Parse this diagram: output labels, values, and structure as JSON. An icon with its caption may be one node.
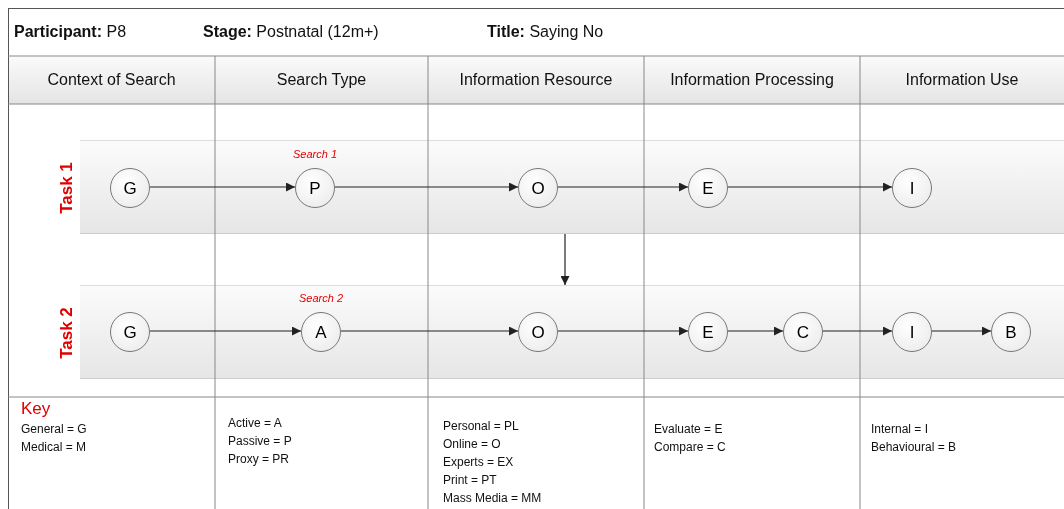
{
  "diagram": {
    "nodes": [
      {
        "text": [
          "Task 1"
        ]
      },
      {
        "text": [
          "G"
        ],
        "in": 0
      },
      {
        "text": [
          "P"
        ],
        "in": 0,
        "beside": [
          "Search 1"
        ]
      },
      {
        "text": [
          "O"
        ],
        "in": 0
      },
      {
        "text": [
          "E"
        ],
        "in": 0
      },
      {
        "text": [
          "I"
        ],
        "in": 0
      },
      {
        "text": [
          "Task 2"
        ]
      },
      {
        "text": [
          "G"
        ],
        "in": 6
      },
      {
        "text": [
          "A"
        ],
        "in": 6,
        "beside": [
          "Search 2"
        ]
      },
      {
        "text": [
          "O"
        ],
        "in": 6
      },
      {
        "text": [
          "E"
        ],
        "in": 6
      },
      {
        "text": [
          "C"
        ],
        "in": 6
      },
      {
        "text": [
          "I"
        ],
        "in": 6
      },
      {
        "text": [
          "B"
        ],
        "in": 6
      }
    ],
    "edges": [
      {
        "from": 1,
        "to": 2,
        "arrow": "to"
      },
      {
        "from": 2,
        "to": 3,
        "arrow": "to"
      },
      {
        "from": 3,
        "to": 4,
        "arrow": "to"
      },
      {
        "from": 4,
        "to": 5,
        "arrow": "to"
      },
      {
        "from": 0,
        "to": 6,
        "arrow": "to"
      },
      {
        "from": 7,
        "to": 8,
        "arrow": "to"
      },
      {
        "from": 8,
        "to": 9,
        "arrow": "to"
      },
      {
        "from": 9,
        "to": 10,
        "arrow": "to"
      },
      {
        "from": 10,
        "to": 11,
        "arrow": "to"
      },
      {
        "from": 11,
        "to": 12,
        "arrow": "to"
      },
      {
        "from": 12,
        "to": 13,
        "arrow": "to"
      }
    ],
    "labels": [
      "**Participant:** P8",
      "**Stage:** Postnatal (12m+)",
      "**Title:** Saying No",
      "Context of Search",
      "Search Type",
      "Information Resource",
      "Information Processing",
      "Information Use",
      "Key",
      "General = G",
      "Medical = M",
      "Active = A",
      "Passive = P",
      "Proxy = PR",
      "Personal = PL",
      "Online = O",
      "Experts = EX",
      "Print = PT",
      "Mass Media = MM",
      "Evaluate = E",
      "Compare = C",
      "Internal = I",
      "Behavioural = B"
    ]
  }
}
